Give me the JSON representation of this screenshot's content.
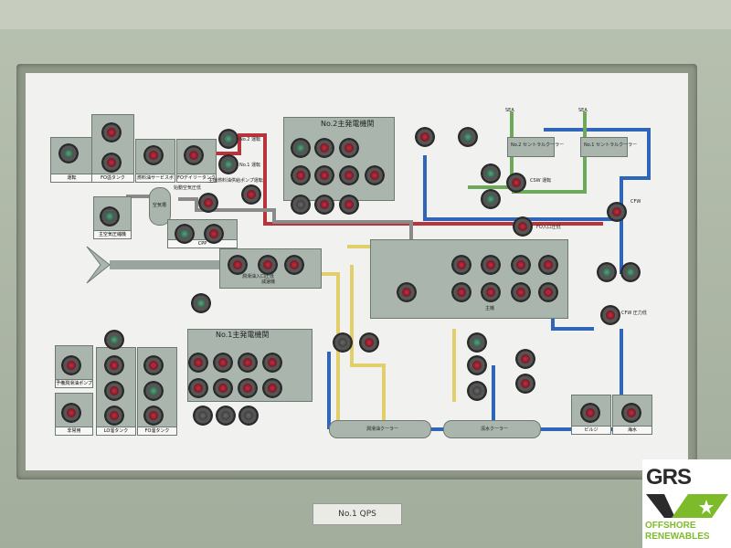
{
  "panel": {
    "nameplate": "No.1 QPS",
    "no2_engine_title": "No.2主発電機関",
    "no1_engine_title": "No.1主発電機関",
    "cpp_label": "CPP",
    "gearbox_label": "減速機",
    "main_engine_label": "主機",
    "no2_cooler_label": "No.2 セントラルクーラー",
    "no1_cooler_label": "No.1 セントラルクーラー",
    "cfw_label": "CFW",
    "csw_label": "CSW 運転",
    "sea_out_1": "SEA",
    "sea_out_2": "SEA",
    "lo_cooler_label": "潤滑油クーラー",
    "fw_cooler_label": "清水クーラー",
    "air_tank_label": "空気槽",
    "labels": {
      "running": "運転",
      "fo_overflow_tank": "FO溢タンク",
      "fo_service_pump": "燃料油サービスポンプ",
      "fo_daily_tank": "FOデイリータンク",
      "no2_run": "No.2 運転",
      "no1_run": "No.1 運転",
      "aux_pump": "主機燃料油供給ポンプ運転",
      "start_air": "始動空気圧低",
      "air_compressor": "主空気圧縮機",
      "lo_pump": "予備潤滑油ポンプ運転",
      "lo_inlet": "潤滑油入口圧低",
      "cfw_pressure": "CFW 圧力低",
      "lo_tank": "LO溜タンク",
      "fo_tank": "FO溜タンク",
      "fo_inlet": "FO入口圧低",
      "sea_chest": "海水",
      "bilge": "ビルジ",
      "emergency": "非常用"
    }
  },
  "logo": {
    "brand": "GRS",
    "line1": "OFFSHORE",
    "line2": "RENEWABLES",
    "accent": "#7dbb2a"
  }
}
